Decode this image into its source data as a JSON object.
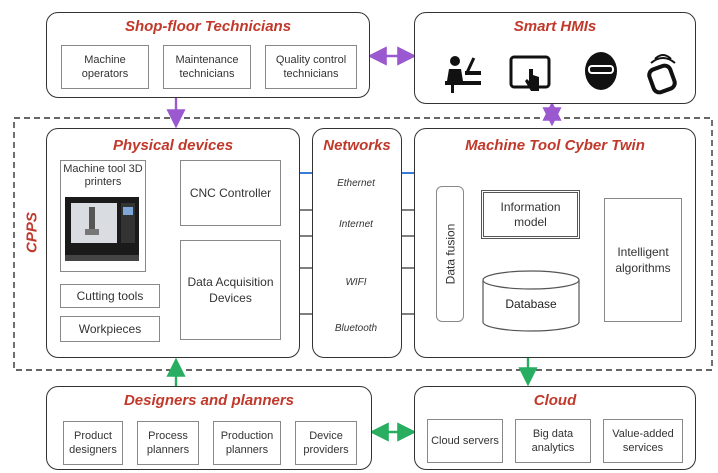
{
  "cpps_label": "CPPS",
  "shopfloor": {
    "title": "Shop-floor Technicians",
    "items": [
      "Machine operators",
      "Maintenance technicians",
      "Quality control technicians"
    ]
  },
  "hmi": {
    "title": "Smart HMIs",
    "icons": [
      "worker-at-terminal-icon",
      "touchscreen-tablet-icon",
      "vr-headset-icon",
      "smartwatch-icon"
    ]
  },
  "physical": {
    "title": "Physical devices",
    "machine_label": "Machine tool 3D printers",
    "cnc": "CNC Controller",
    "daq": "Data Acquisition Devices",
    "cutting": "Cutting tools",
    "workpieces": "Workpieces"
  },
  "networks": {
    "title": "Networks",
    "items": [
      "Ethernet",
      "Internet",
      "WIFI",
      "Bluetooth"
    ]
  },
  "twin": {
    "title": "Machine Tool Cyber Twin",
    "fusion": "Data fusion",
    "info_model": "Information model",
    "database": "Database",
    "algorithms": "Intelligent algorithms"
  },
  "designers": {
    "title": "Designers and planners",
    "items": [
      "Product designers",
      "Process planners",
      "Production planners",
      "Device providers"
    ]
  },
  "cloud": {
    "title": "Cloud",
    "items": [
      "Cloud servers",
      "Big data analytics",
      "Value-added services"
    ]
  },
  "colors": {
    "title_red": "#c0392b",
    "link_purple": "#9b59d0",
    "link_green": "#27ae60",
    "feedback_blue": "#3a7bd5"
  }
}
